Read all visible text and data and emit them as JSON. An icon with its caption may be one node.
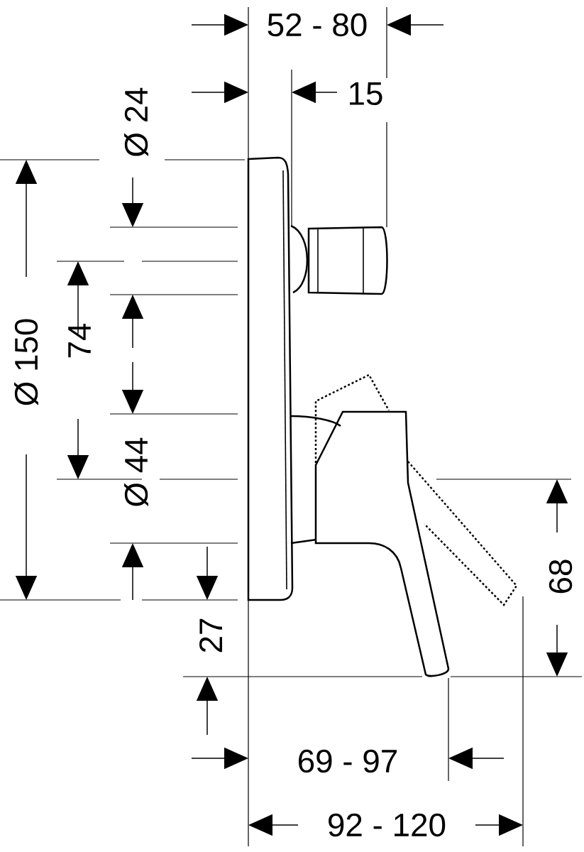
{
  "diagram": {
    "labels": [
      "52 - 80",
      "15",
      "Ø 24",
      "Ø 150",
      "74",
      "Ø 44",
      "68",
      "27",
      "69 - 97",
      "92 - 120"
    ]
  }
}
